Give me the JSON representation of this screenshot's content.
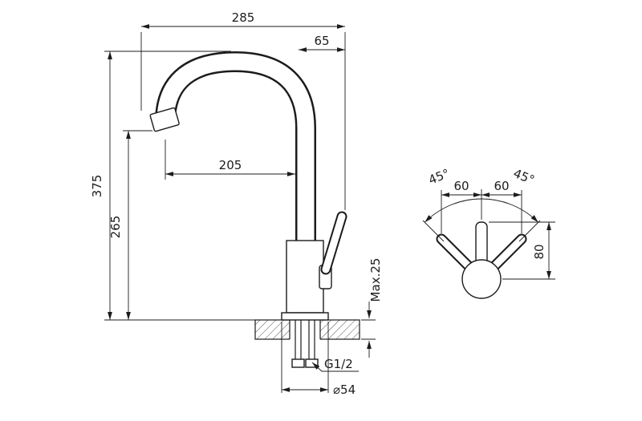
{
  "drawing": {
    "colors": {
      "line": "#1c1c1c",
      "background": "#ffffff"
    },
    "front_view": {
      "dim_width_total": "285",
      "dim_handle_offset": "65",
      "dim_height_total": "375",
      "dim_height_spout": "265",
      "dim_spout_reach": "205",
      "dim_counter_max": "Max.25",
      "dim_thread": "G1/2",
      "dim_base_diameter": "⌀54"
    },
    "top_view": {
      "dim_angle_left": "45°",
      "dim_angle_right": "45°",
      "dim_swing_left": "60",
      "dim_swing_right": "60",
      "dim_handle_height": "80"
    }
  }
}
